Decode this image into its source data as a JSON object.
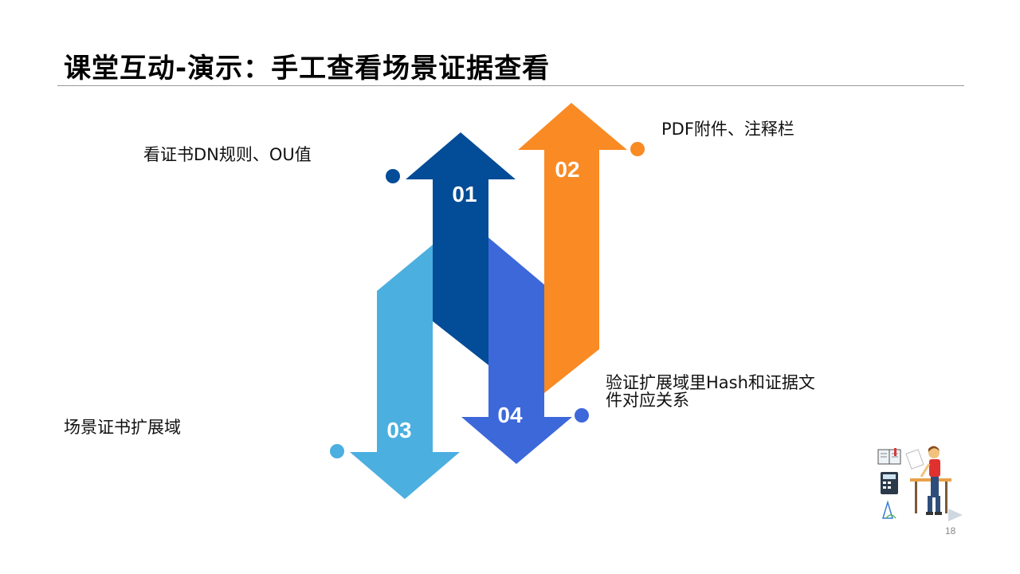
{
  "slide": {
    "title": "课堂互动-演示：手工查看场景证据查看",
    "page_number": "18"
  },
  "steps": [
    {
      "number": "01",
      "label": "看证书DN规则、OU值",
      "color": "#034C97"
    },
    {
      "number": "02",
      "label": "PDF附件、注释栏",
      "color": "#F98A24"
    },
    {
      "number": "03",
      "label": "场景证书扩展域",
      "color": "#4BAFE0"
    },
    {
      "number": "04",
      "label_line1": "验证扩展域里Hash和证据文",
      "label_line2": "件对应关系",
      "color": "#3D68DA"
    }
  ],
  "illustration": {
    "icon": "student-at-desk-icon"
  }
}
